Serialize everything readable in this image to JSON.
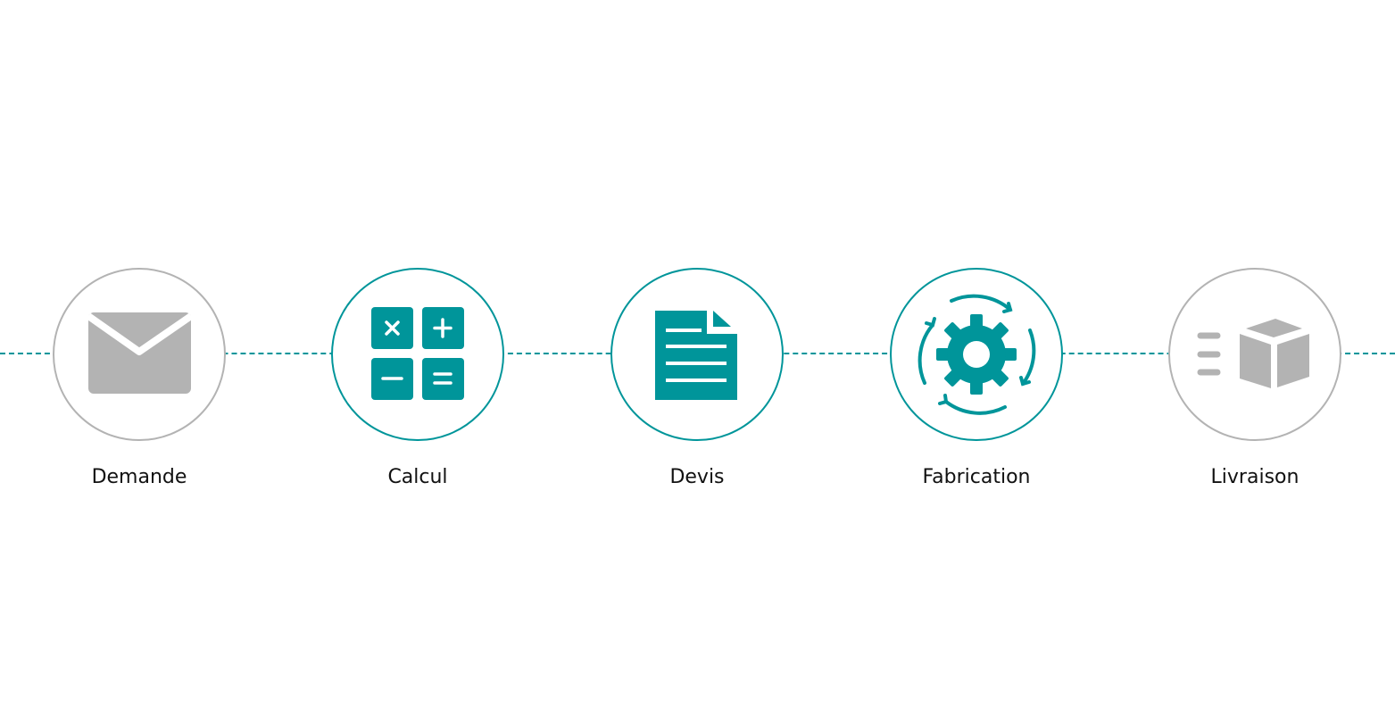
{
  "colors": {
    "active": "#00959a",
    "inactive": "#b3b3b3"
  },
  "steps": [
    {
      "label": "Demande",
      "icon": "envelope-icon",
      "state": "inactive"
    },
    {
      "label": "Calcul",
      "icon": "calculator-icon",
      "state": "active"
    },
    {
      "label": "Devis",
      "icon": "document-icon",
      "state": "active"
    },
    {
      "label": "Fabrication",
      "icon": "gear-cycle-icon",
      "state": "active"
    },
    {
      "label": "Livraison",
      "icon": "box-delivery-icon",
      "state": "inactive"
    }
  ]
}
